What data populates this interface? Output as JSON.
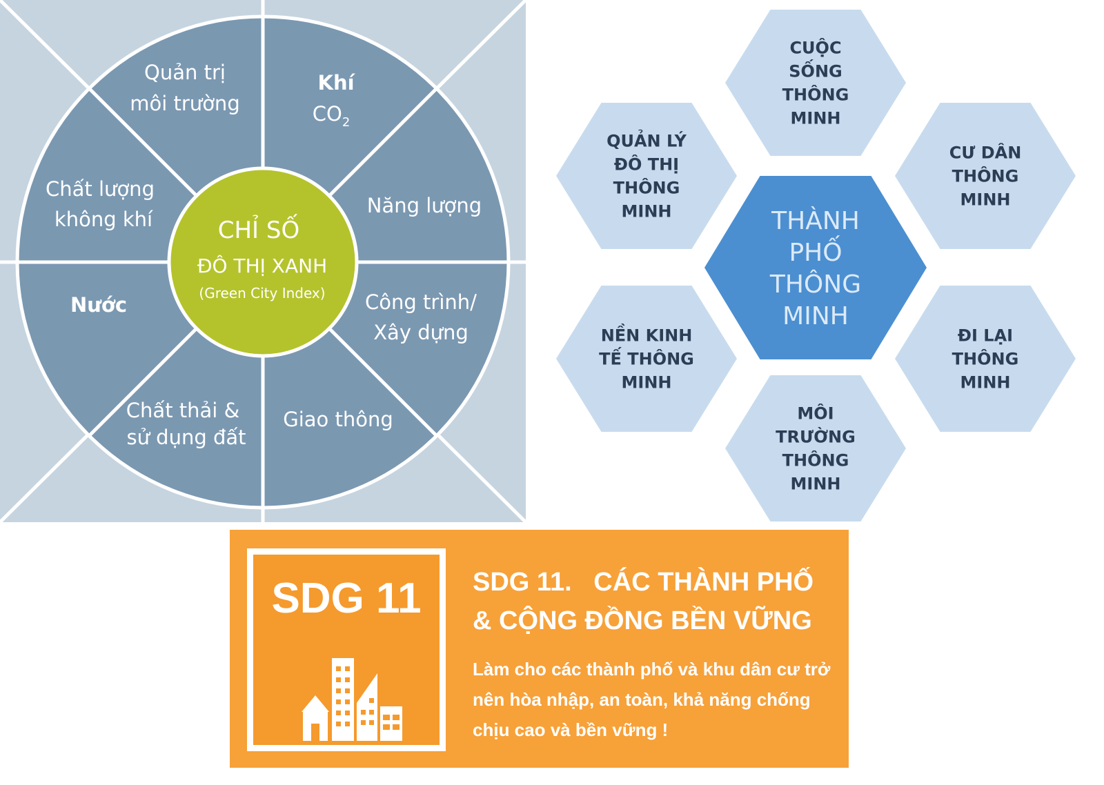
{
  "green_city_index": {
    "center": {
      "line1": "CHỈ SỐ",
      "line2": "ĐÔ THỊ XANH",
      "line3": "(Green City Index)"
    },
    "segments": [
      {
        "line1": "Quản trị",
        "line2": "môi trường"
      },
      {
        "line1": "Khí",
        "line2": "CO",
        "sub": "2"
      },
      {
        "line1": "Năng lượng",
        "line2": ""
      },
      {
        "line1": "Công trình/",
        "line2": "Xây dựng"
      },
      {
        "line1": "Giao thông",
        "line2": ""
      },
      {
        "line1": "Chất thải &",
        "line2": "sử dụng đất"
      },
      {
        "line1": "Nước",
        "line2": ""
      },
      {
        "line1": "Chất lượng",
        "line2": "không khí"
      }
    ],
    "colors": {
      "background": "#c6d4df",
      "segment": "#7b98b1",
      "center": "#b4c32b"
    }
  },
  "smart_city": {
    "center": {
      "lines": [
        "THÀNH",
        "PHỐ",
        "THÔNG",
        "MINH"
      ]
    },
    "items": [
      {
        "lines": [
          "CUỘC",
          "SỐNG",
          "THÔNG",
          "MINH"
        ]
      },
      {
        "lines": [
          "QUẢN LÝ",
          "ĐÔ THỊ",
          "THÔNG",
          "MINH"
        ]
      },
      {
        "lines": [
          "CƯ DÂN",
          "THÔNG",
          "MINH"
        ]
      },
      {
        "lines": [
          "NỀN KINH",
          "TẾ THÔNG",
          "MINH"
        ]
      },
      {
        "lines": [
          "ĐI LẠI",
          "THÔNG",
          "MINH"
        ]
      },
      {
        "lines": [
          "MÔI",
          "TRƯỜNG",
          "THÔNG",
          "MINH"
        ]
      }
    ],
    "colors": {
      "hex": "#c8dbee",
      "center": "#4b8fd1"
    }
  },
  "sdg": {
    "badge": "SDG 11",
    "icon": "city-buildings-icon",
    "title": "SDG 11.   CÁC THÀNH PHỐ\n& CỘNG ĐỒNG BỀN VỮNG",
    "description": "Làm cho các thành phố và khu dân cư trở nên hòa nhập, an toàn, khả năng chống chịu cao và bền vững !",
    "color": "#f7a139"
  }
}
